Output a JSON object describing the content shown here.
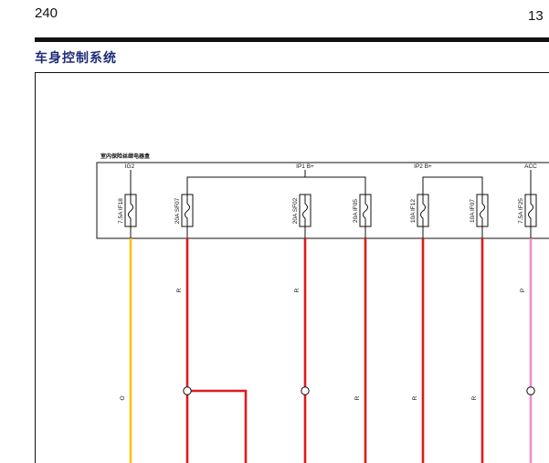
{
  "header": {
    "page_left": "240",
    "page_right": "13",
    "title": "车身控制系统"
  },
  "box": {
    "title": "室内保险丝继电器盒"
  },
  "sources": [
    {
      "label": "IG2"
    },
    {
      "label": "IP1 B+"
    },
    {
      "label": "IP2 B+"
    },
    {
      "label": "ACC"
    }
  ],
  "fuses": [
    {
      "label": "7.5A IF18",
      "wire": "O",
      "color": "#f5c400"
    },
    {
      "label": "20A SF07",
      "wire": "R",
      "color": "#e0191b"
    },
    {
      "label": "20A SF02",
      "wire": "R",
      "color": "#e0191b"
    },
    {
      "label": "20A IF05",
      "wire": "R",
      "color": "#e0191b"
    },
    {
      "label": "10A IF12",
      "wire": "R",
      "color": "#e0191b"
    },
    {
      "label": "10A IF07",
      "wire": "R",
      "color": "#e0191b"
    },
    {
      "label": "7.5A IF25",
      "wire": "P",
      "color": "#f08ccf"
    }
  ],
  "colors": {
    "red": "#e0191b",
    "yellow": "#f5c400",
    "pink": "#f08ccf",
    "title": "#1e2d78"
  }
}
